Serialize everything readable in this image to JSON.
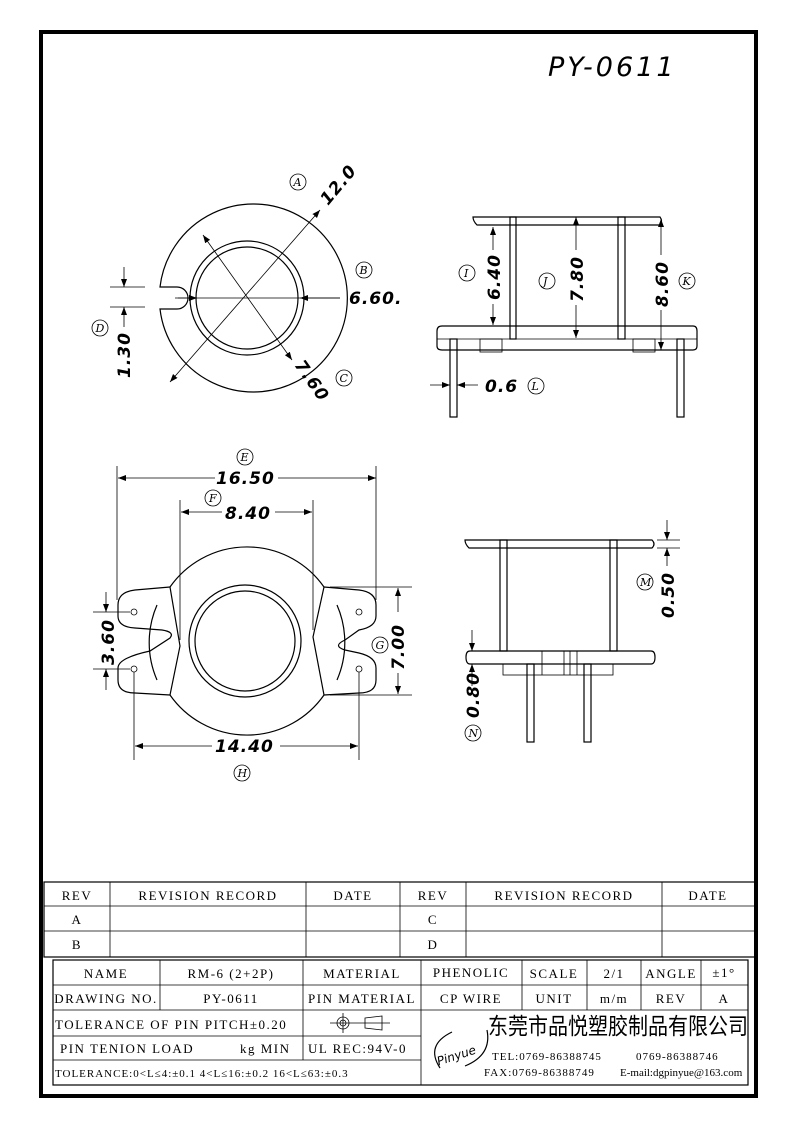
{
  "drawing_title": "PY-0611",
  "dimensions": {
    "A": {
      "label": "A",
      "value": "12.0"
    },
    "B": {
      "label": "B",
      "value": "6.60."
    },
    "C": {
      "label": "C",
      "value": "7.60"
    },
    "D": {
      "label": "D",
      "value": "1.30"
    },
    "E": {
      "label": "E",
      "value": "16.50"
    },
    "F": {
      "label": "F",
      "value": "8.40"
    },
    "G": {
      "label": "G",
      "value": "7.00"
    },
    "H": {
      "label": "H",
      "value": "14.40"
    },
    "I": {
      "label": "I",
      "value": "6.40"
    },
    "J": {
      "label": "J",
      "value": "7.80"
    },
    "K": {
      "label": "K",
      "value": "8.60"
    },
    "L": {
      "label": "L",
      "value": "0.6"
    },
    "M": {
      "label": "M",
      "value": "0.50"
    },
    "N": {
      "label": "N",
      "value": "0.80"
    },
    "P": {
      "value": "3.60"
    }
  },
  "revision_table": {
    "headers": [
      "REV",
      "REVISION RECORD",
      "DATE",
      "REV",
      "REVISION RECORD",
      "DATE"
    ],
    "rows": [
      [
        "A",
        "",
        "",
        "C",
        "",
        ""
      ],
      [
        "B",
        "",
        "",
        "D",
        "",
        ""
      ]
    ]
  },
  "title_block": {
    "name_label": "NAME",
    "name_value": "RM-6 (2+2P)",
    "material_label": "MATERIAL",
    "material_value": "PHENOLIC",
    "scale_label": "SCALE",
    "scale_value": "2/1",
    "angle_label": "ANGLE",
    "angle_value": "±1°",
    "drawing_no_label": "DRAWING NO.",
    "drawing_no_value": "PY-0611",
    "pin_material_label": "PIN MATERIAL",
    "pin_material_value": "CP WIRE",
    "unit_label": "UNIT",
    "unit_value": "m/m",
    "rev_label": "REV",
    "rev_value": "A",
    "pin_pitch_tolerance": "TOLERANCE OF PIN PITCH±0.20",
    "pin_tension_label": "PIN TENION LOAD",
    "pin_tension_unit": "kg MIN",
    "ul_rec": "UL REC:94V-0",
    "tolerance": "TOLERANCE:0<L≤4:±0.1  4<L≤16:±0.2  16<L≤63:±0.3"
  },
  "company": {
    "logo_text": "Pinyue",
    "name": "东莞市品悦塑胶制品有限公司",
    "tel": "TEL:0769-86388745",
    "tel2": "0769-86388746",
    "fax": "FAX:0769-86388749",
    "email": "E-mail:dgpinyue@163.com"
  }
}
